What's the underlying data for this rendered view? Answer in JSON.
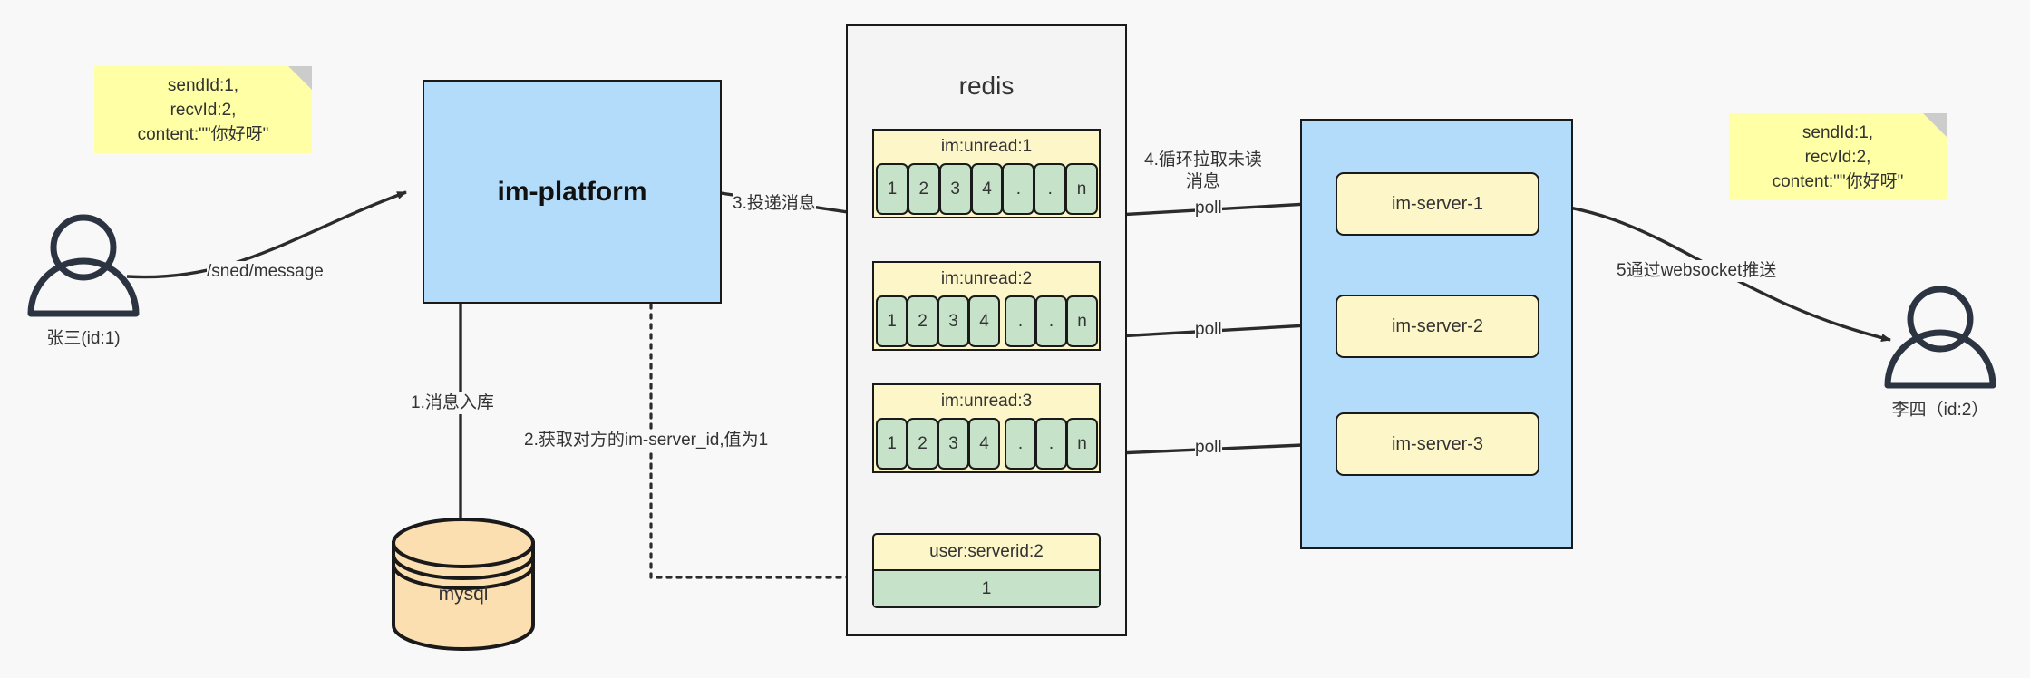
{
  "diagram": {
    "title": "IM message delivery architecture"
  },
  "actors": {
    "sender": {
      "label": "张三(id:1)",
      "icon": "user-icon"
    },
    "receiver": {
      "label": "李四（id:2）",
      "icon": "user-icon"
    }
  },
  "notes": {
    "left": {
      "text": "sendId:1,\nrecvId:2,\ncontent:\"\"你好呀\"",
      "color": "#ffffa5"
    },
    "right": {
      "text": "sendId:1,\nrecvId:2,\ncontent:\"\"你好呀\"",
      "color": "#ffffa5"
    }
  },
  "nodes": {
    "im_platform": {
      "label": "im-platform",
      "color": "#b3dcfb"
    },
    "mysql": {
      "label": "mysql",
      "color": "#fcdfb0"
    },
    "redis": {
      "label": "redis",
      "color": "#f4f4f4"
    },
    "server_cluster": {
      "color": "#b3dcfb",
      "servers": [
        {
          "label": "im-server-1"
        },
        {
          "label": "im-server-2"
        },
        {
          "label": "im-server-3"
        }
      ]
    }
  },
  "redis_keys": {
    "queues": [
      {
        "key": "im:unread:1",
        "cells": [
          "1",
          "2",
          "3",
          "4",
          ".",
          ".",
          "n"
        ]
      },
      {
        "key": "im:unread:2",
        "cells": [
          "1",
          "2",
          "3",
          "4",
          ".",
          ".",
          "n"
        ]
      },
      {
        "key": "im:unread:3",
        "cells": [
          "1",
          "2",
          "3",
          "4",
          ".",
          ".",
          "n"
        ]
      }
    ],
    "kv": {
      "key": "user:serverid:2",
      "value": "1"
    }
  },
  "edges": {
    "send_message": "/sned/message",
    "step1": "1.消息入库",
    "step2": "2.获取对方的im-server_id,值为1",
    "step3": "3.投递消息",
    "step4": "4.循环拉取未读消息",
    "step5": "5通过websocket推送",
    "poll1": "poll",
    "poll2": "poll",
    "poll3": "poll"
  },
  "colors": {
    "stroke": "#1a1a1a",
    "note": "#ffffa5",
    "blue": "#b3dcfb",
    "yellow": "#fdf6c9",
    "green": "#c6e3ca",
    "orange": "#fcdfb0",
    "background": "#f8f8f8"
  }
}
